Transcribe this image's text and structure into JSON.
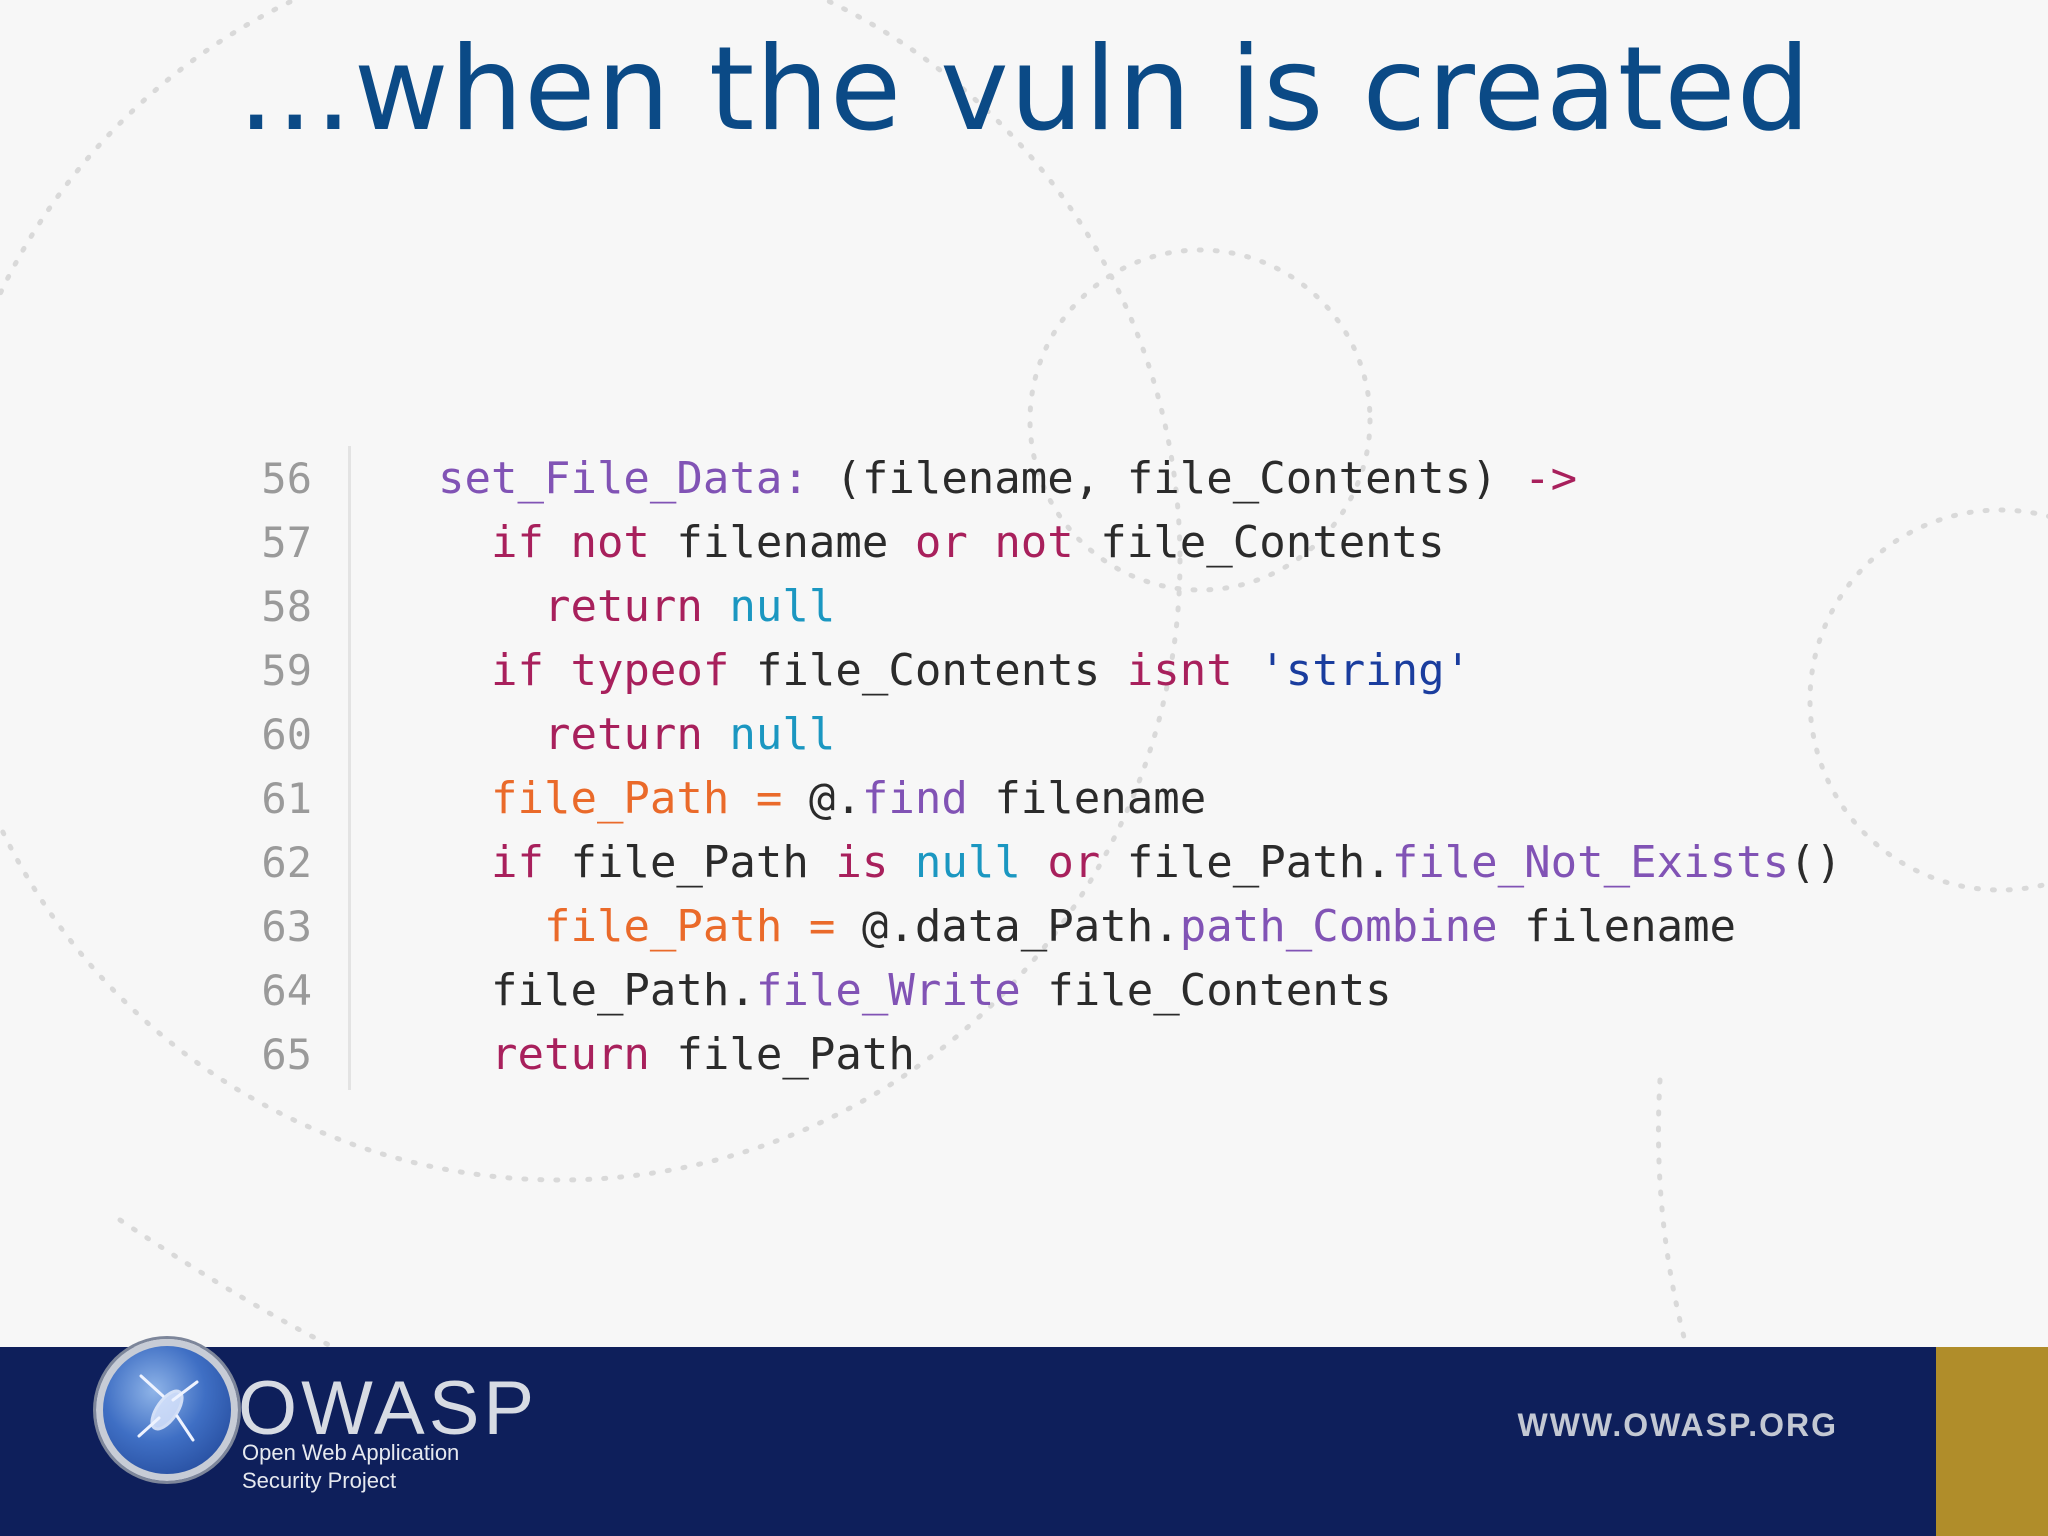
{
  "slide": {
    "title": "…when the vuln is created"
  },
  "code": {
    "lines": [
      {
        "num": "56",
        "t": [
          [
            "f",
            "set_File_Data: "
          ],
          [
            "p",
            "(filename, file_Contents) "
          ],
          [
            "k",
            "->"
          ]
        ]
      },
      {
        "num": "57",
        "t": [
          [
            "p",
            "  "
          ],
          [
            "k",
            "if not "
          ],
          [
            "p",
            "filename "
          ],
          [
            "k",
            "or not "
          ],
          [
            "p",
            "file_Contents"
          ]
        ]
      },
      {
        "num": "58",
        "t": [
          [
            "p",
            "    "
          ],
          [
            "k",
            "return "
          ],
          [
            "v",
            "null"
          ]
        ]
      },
      {
        "num": "59",
        "t": [
          [
            "p",
            "  "
          ],
          [
            "k",
            "if typeof "
          ],
          [
            "p",
            "file_Contents "
          ],
          [
            "k",
            "isnt "
          ],
          [
            "s",
            "'string'"
          ]
        ]
      },
      {
        "num": "60",
        "t": [
          [
            "p",
            "    "
          ],
          [
            "k",
            "return "
          ],
          [
            "v",
            "null"
          ]
        ]
      },
      {
        "num": "61",
        "t": [
          [
            "p",
            "  "
          ],
          [
            "o",
            "file_Path = "
          ],
          [
            "p",
            "@."
          ],
          [
            "f",
            "find "
          ],
          [
            "p",
            "filename"
          ]
        ]
      },
      {
        "num": "62",
        "t": [
          [
            "p",
            "  "
          ],
          [
            "k",
            "if "
          ],
          [
            "p",
            "file_Path "
          ],
          [
            "k",
            "is "
          ],
          [
            "v",
            "null "
          ],
          [
            "k",
            "or "
          ],
          [
            "p",
            "file_Path."
          ],
          [
            "f",
            "file_Not_Exists"
          ],
          [
            "p",
            "()"
          ]
        ]
      },
      {
        "num": "63",
        "t": [
          [
            "p",
            "    "
          ],
          [
            "o",
            "file_Path = "
          ],
          [
            "p",
            "@.data_Path."
          ],
          [
            "f",
            "path_Combine "
          ],
          [
            "p",
            "filename"
          ]
        ]
      },
      {
        "num": "64",
        "t": [
          [
            "p",
            "  file_Path."
          ],
          [
            "f",
            "file_Write "
          ],
          [
            "p",
            "file_Contents"
          ]
        ]
      },
      {
        "num": "65",
        "t": [
          [
            "p",
            "  "
          ],
          [
            "k",
            "return "
          ],
          [
            "p",
            "file_Path"
          ]
        ]
      }
    ]
  },
  "footer": {
    "logo_word": "OWASP",
    "logo_line1": "Open Web Application",
    "logo_line2": "Security Project",
    "url": "WWW.OWASP.ORG"
  },
  "colors": {
    "title": "#0b4a86",
    "footer_bg": "#0e1f5b",
    "footer_accent": "#b08d2a",
    "keyword": "#a8205c",
    "function": "#8153b5",
    "null": "#1b97c1",
    "assignment": "#ea6a2a",
    "string": "#1a3d9e"
  }
}
